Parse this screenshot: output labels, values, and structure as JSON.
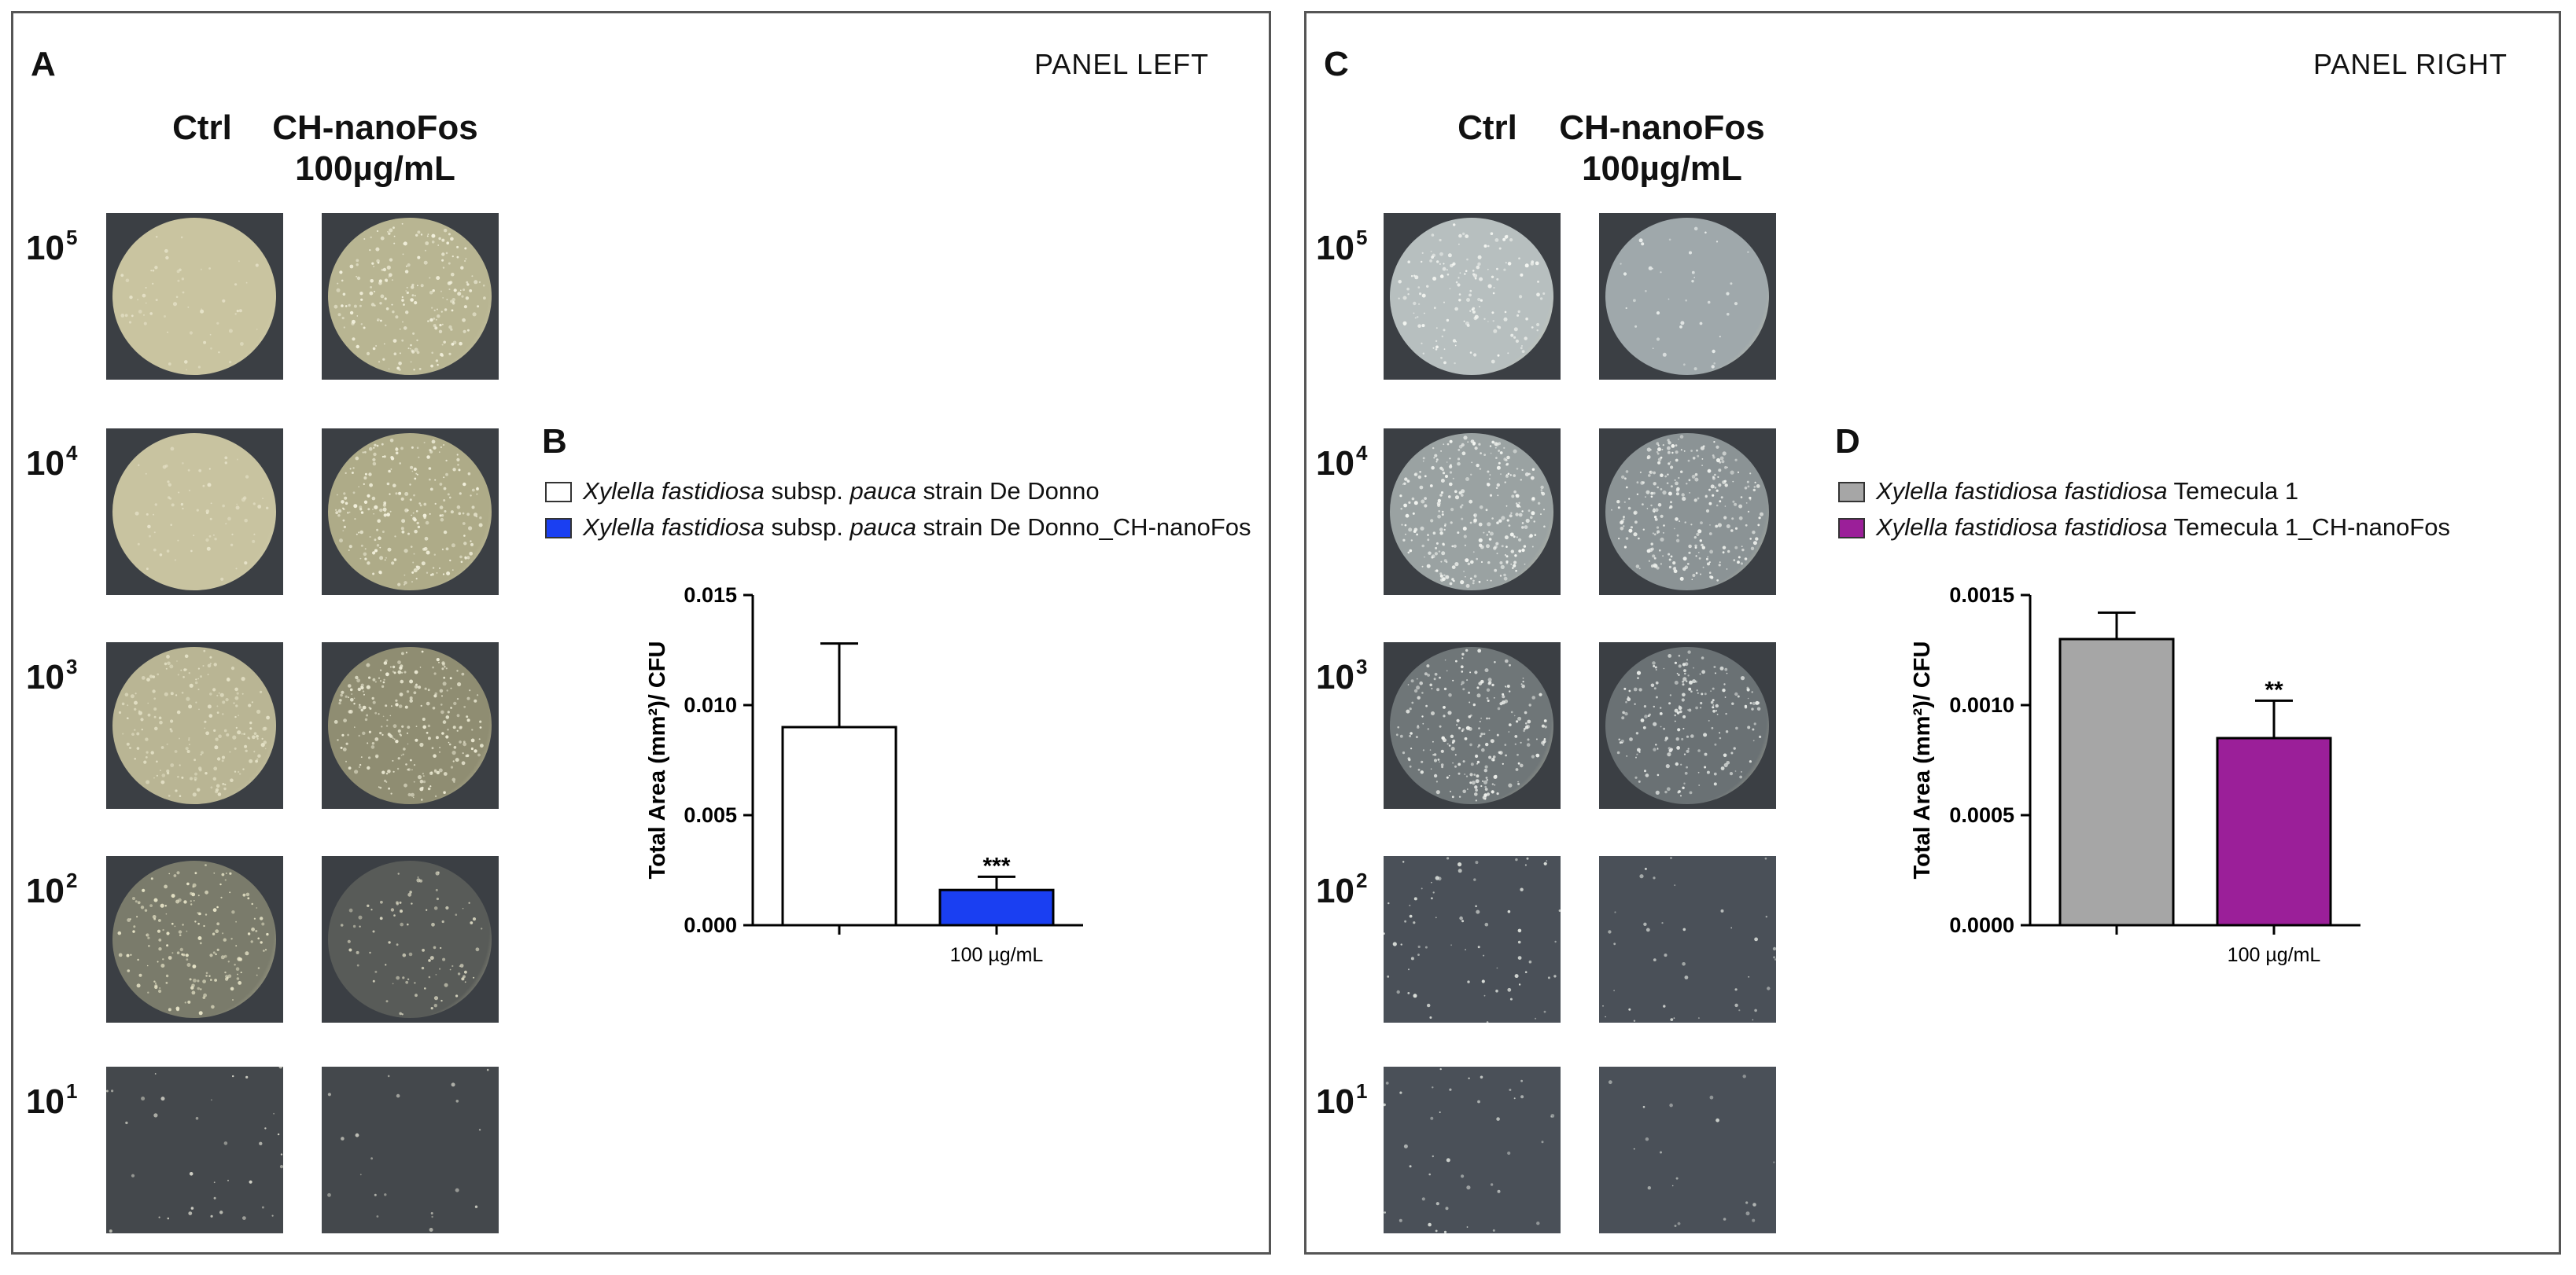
{
  "panels": [
    {
      "id": "left",
      "letter": "A",
      "name": "PANEL LEFT",
      "col_ctrl": "Ctrl",
      "col_treat_1": "CH-nanoFos",
      "col_treat_2": "100µg/mL",
      "dilutions": [
        {
          "base": "10",
          "exp": "5"
        },
        {
          "base": "10",
          "exp": "4"
        },
        {
          "base": "10",
          "exp": "3"
        },
        {
          "base": "10",
          "exp": "2"
        },
        {
          "base": "10",
          "exp": "1"
        }
      ],
      "chart_letter": "B",
      "legend": [
        {
          "italic": "Xylella fastidiosa",
          "plain": " subsp. ",
          "italic2": "pauca",
          "plain2": " strain De Donno",
          "color": "#ffffff"
        },
        {
          "italic": "Xylella fastidiosa",
          "plain": " subsp. ",
          "italic2": "pauca",
          "plain2": " strain De Donno_CH-nanoFos",
          "color": "#1a3ff2"
        }
      ]
    },
    {
      "id": "right",
      "letter": "C",
      "name": "PANEL RIGHT",
      "col_ctrl": "Ctrl",
      "col_treat_1": "CH-nanoFos",
      "col_treat_2": "100µg/mL",
      "dilutions": [
        {
          "base": "10",
          "exp": "5"
        },
        {
          "base": "10",
          "exp": "4"
        },
        {
          "base": "10",
          "exp": "3"
        },
        {
          "base": "10",
          "exp": "2"
        },
        {
          "base": "10",
          "exp": "1"
        }
      ],
      "chart_letter": "D",
      "legend": [
        {
          "italic": "Xylella fastidiosa fastidiosa",
          "plain": " Temecula 1",
          "italic2": "",
          "plain2": "",
          "color": "#a6a6a6"
        },
        {
          "italic": "Xylella fastidiosa fastidiosa",
          "plain": " Temecula 1_CH-nanoFos",
          "italic2": "",
          "plain2": "",
          "color": "#9b1f99"
        }
      ]
    }
  ],
  "chart_data": [
    {
      "type": "bar",
      "categories": [
        "",
        "100 µg/mL"
      ],
      "values": [
        0.009,
        0.0016
      ],
      "errors": [
        0.0038,
        0.0006
      ],
      "colors": [
        "#ffffff",
        "#1a3ff2"
      ],
      "significance": [
        "",
        "***"
      ],
      "ylabel": "Total Area (mm²)/ CFU",
      "ylim": [
        0,
        0.015
      ],
      "yticks": [
        "0.000",
        "0.005",
        "0.010",
        "0.015"
      ],
      "ytick_values": [
        0,
        0.005,
        0.01,
        0.015
      ]
    },
    {
      "type": "bar",
      "categories": [
        "",
        "100 µg/mL"
      ],
      "values": [
        0.0013,
        0.00085
      ],
      "errors": [
        0.00012,
        0.00017
      ],
      "colors": [
        "#a6a6a6",
        "#9b1f99"
      ],
      "significance": [
        "",
        "**"
      ],
      "ylabel": "Total Area (mm²)/ CFU",
      "ylim": [
        0,
        0.0015
      ],
      "yticks": [
        "0.0000",
        "0.0005",
        "0.0010",
        "0.0015"
      ],
      "ytick_values": [
        0,
        0.0005,
        0.001,
        0.0015
      ]
    }
  ]
}
